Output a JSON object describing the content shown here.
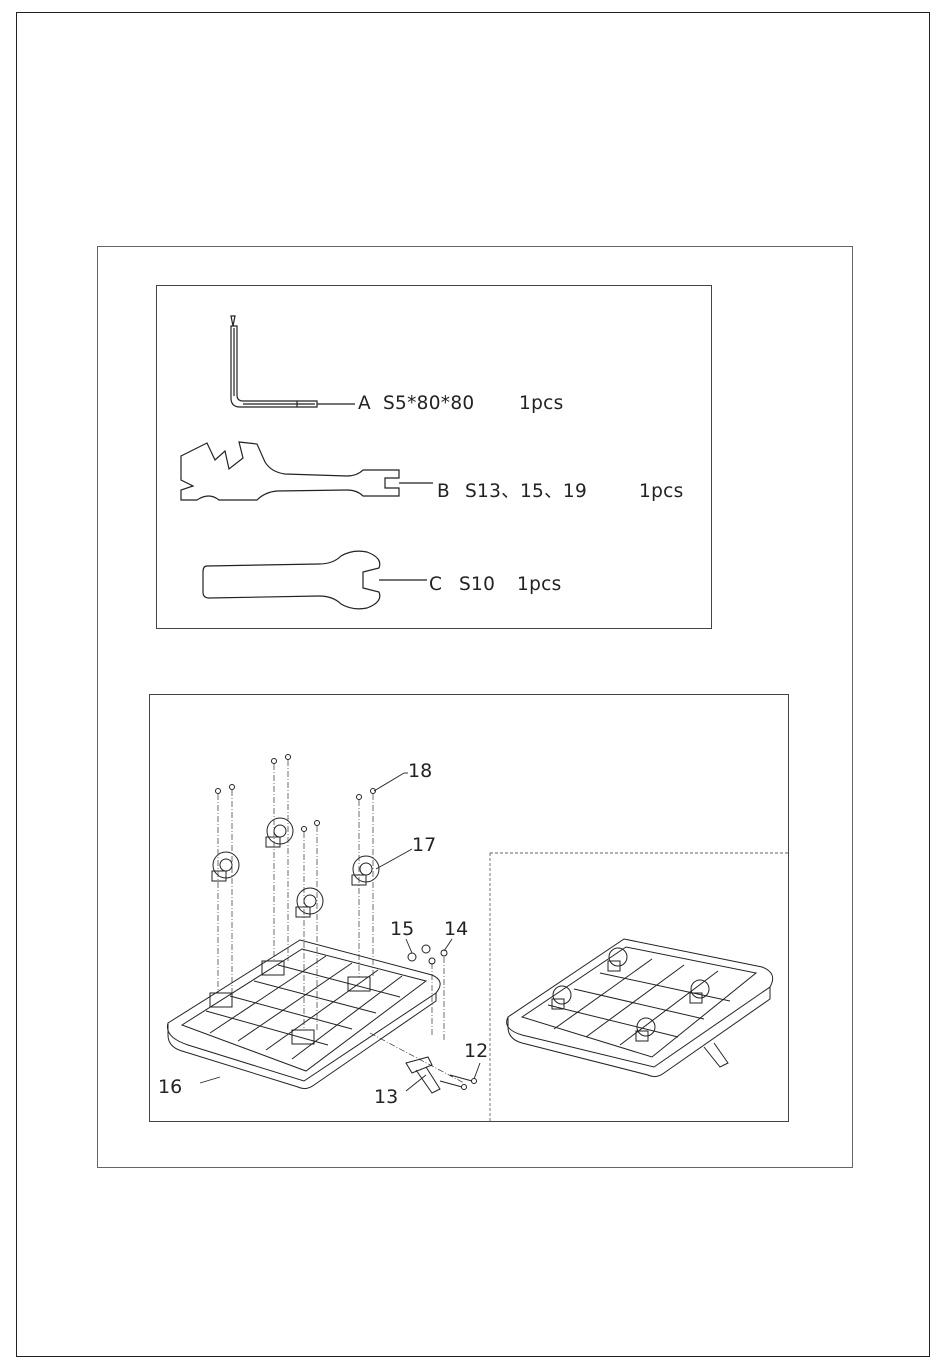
{
  "tools": [
    {
      "letter": "A",
      "spec": "S5*80*80",
      "qty": "1pcs",
      "icon": "hex-key-icon"
    },
    {
      "letter": "B",
      "spec": "S13、15、19",
      "qty": "1pcs",
      "icon": "multi-wrench-icon"
    },
    {
      "letter": "C",
      "spec": "S10",
      "qty": "1pcs",
      "icon": "open-end-wrench-icon"
    }
  ],
  "part_numbers": {
    "p12": "12",
    "p13": "13",
    "p14": "14",
    "p15": "15",
    "p16": "16",
    "p17": "17",
    "p18": "18"
  },
  "colors": {
    "line": "#222222",
    "frame": "#666666",
    "background": "#ffffff"
  }
}
